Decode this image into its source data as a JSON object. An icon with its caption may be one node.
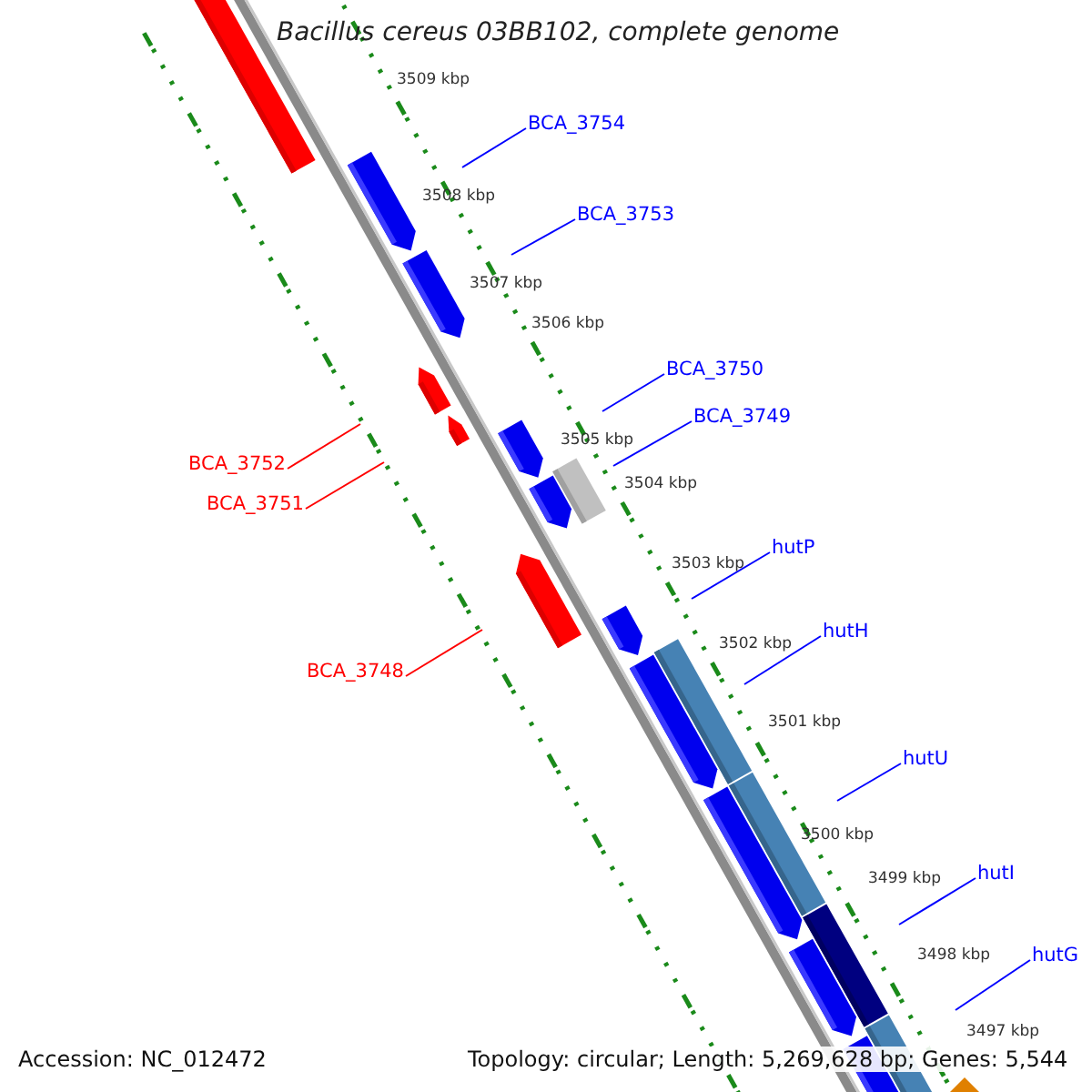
{
  "diagram": {
    "title": "Bacillus cereus 03BB102, complete genome",
    "nodes": [
      {
        "text": [
          "BCA_3754"
        ]
      },
      {
        "text": [
          "BCA_3753"
        ]
      },
      {
        "text": [
          "BCA_3750"
        ]
      },
      {
        "text": [
          "BCA_3749"
        ]
      },
      {
        "text": [
          "BCA_3752"
        ]
      },
      {
        "text": [
          "BCA_3751"
        ]
      },
      {
        "text": [
          "hutP"
        ]
      },
      {
        "text": [
          "hutH"
        ]
      },
      {
        "text": [
          "BCA_3748"
        ]
      },
      {
        "text": [
          "hutU"
        ]
      },
      {
        "text": [
          "hutI"
        ]
      },
      {
        "text": [
          "hutG"
        ]
      }
    ],
    "edges": [
      {
        "from": 0,
        "to": null,
        "arrow": "none"
      },
      {
        "from": 1,
        "to": null,
        "arrow": "none"
      },
      {
        "from": 2,
        "to": null,
        "arrow": "none"
      },
      {
        "from": 3,
        "to": null,
        "arrow": "none"
      },
      {
        "from": 4,
        "to": null,
        "arrow": "none",
        "color": "#ff0000"
      },
      {
        "from": 5,
        "to": null,
        "arrow": "none",
        "color": "#ff0000"
      },
      {
        "from": 6,
        "to": null,
        "arrow": "none"
      },
      {
        "from": 7,
        "to": null,
        "arrow": "none"
      },
      {
        "from": 8,
        "to": null,
        "arrow": "none",
        "color": "#ff0000"
      },
      {
        "from": 9,
        "to": null,
        "arrow": "none"
      },
      {
        "from": 10,
        "to": null,
        "arrow": "none"
      },
      {
        "from": 11,
        "to": null,
        "arrow": "none"
      }
    ],
    "labels": [
      "3509 kbp",
      "3508 kbp",
      "3507 kbp",
      "3506 kbp",
      "3505 kbp",
      "3504 kbp",
      "3503 kbp",
      "3502 kbp",
      "3501 kbp",
      "3500 kbp",
      "3499 kbp",
      "3498 kbp",
      "3497 kbp",
      "Accession: NC_012472",
      "Topology: circular; Length: 5,269,628 bp; Genes: 5,544"
    ]
  }
}
